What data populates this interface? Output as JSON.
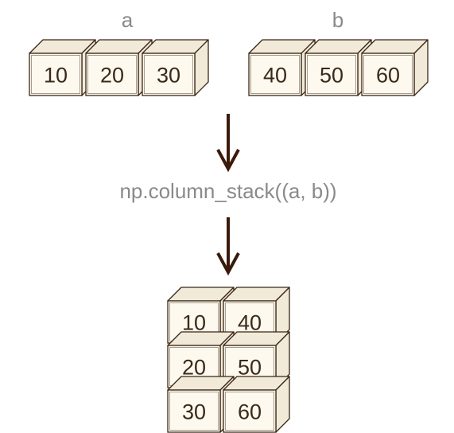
{
  "array_a": {
    "label": "a",
    "values": [
      "10",
      "20",
      "30"
    ]
  },
  "array_b": {
    "label": "b",
    "values": [
      "40",
      "50",
      "60"
    ]
  },
  "operation": "np.column_stack((a, b))",
  "result": [
    [
      "10",
      "40"
    ],
    [
      "20",
      "50"
    ],
    [
      "30",
      "60"
    ]
  ],
  "colors": {
    "cell_fill": "#fdf9ee",
    "cell_side": "#f1ead9",
    "stroke": "#3b2617",
    "arrow": "#3b1a0a",
    "label": "#8a8a8a"
  }
}
